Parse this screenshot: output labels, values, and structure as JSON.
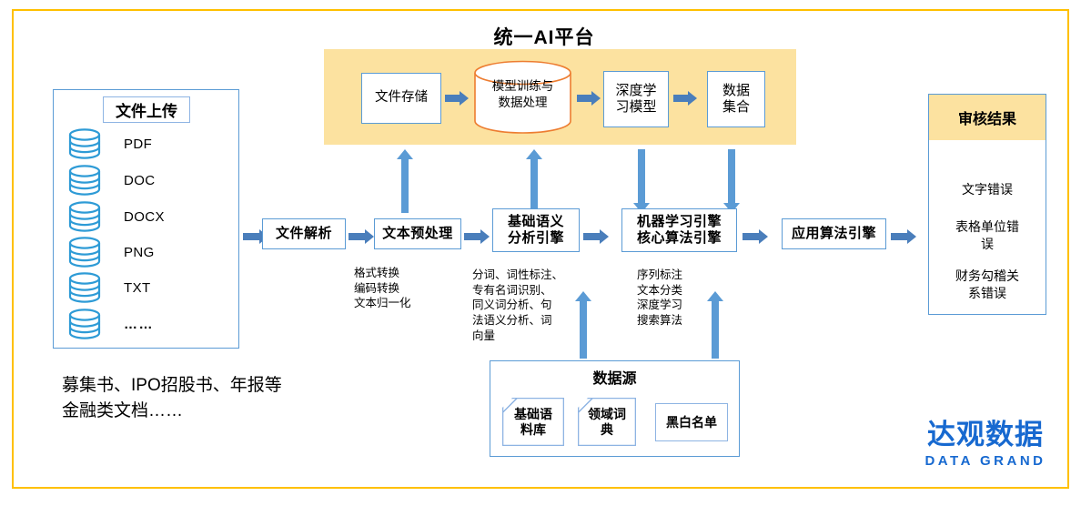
{
  "frame": {
    "border_color": "#FFC000"
  },
  "platform": {
    "title": "统一AI平台",
    "panel_color": "#FCE2A0",
    "nodes": [
      {
        "label": "文件存储",
        "type": "box"
      },
      {
        "label": "模型训练与\n数据处理",
        "type": "cylinder"
      },
      {
        "label": "深度学\n习模型",
        "type": "box"
      },
      {
        "label": "数据\n集合",
        "type": "box"
      }
    ]
  },
  "upload": {
    "title": "文件上传",
    "files": [
      {
        "icon": "database-icon",
        "name": "PDF"
      },
      {
        "icon": "database-icon",
        "name": "DOC"
      },
      {
        "icon": "database-icon",
        "name": "DOCX"
      },
      {
        "icon": "database-icon",
        "name": "PNG"
      },
      {
        "icon": "database-icon",
        "name": "TXT"
      },
      {
        "icon": "database-icon",
        "name": "……"
      }
    ],
    "caption": "募集书、IPO招股书、年报等\n金融类文档……"
  },
  "pipeline": {
    "steps": [
      {
        "label": "文件解析",
        "annotation": ""
      },
      {
        "label": "文本预处理",
        "annotation": "格式转换\n编码转换\n文本归一化"
      },
      {
        "label": "基础语义\n分析引擎",
        "annotation": "分词、词性标注、\n专有名词识别、\n同义词分析、句\n法语义分析、词\n向量"
      },
      {
        "label": "机器学习引擎\n核心算法引擎",
        "annotation": "序列标注\n文本分类\n深度学习\n搜索算法"
      },
      {
        "label": "应用算法引擎",
        "annotation": ""
      }
    ]
  },
  "datasource": {
    "title": "数据源",
    "cards": [
      {
        "label": "基础语\n料库",
        "folded": true
      },
      {
        "label": "领域词\n典",
        "folded": true
      },
      {
        "label": "黑白名单",
        "folded": false
      }
    ]
  },
  "result": {
    "title": "审核结果",
    "header_color": "#FCE2A0",
    "items": [
      "文字错误",
      "表格单位错\n误",
      "财务勾稽关\n系错误"
    ]
  },
  "logo": {
    "cn": "达观数据",
    "en": "DATA GRAND",
    "color": "#1769D0"
  },
  "colors": {
    "box_border": "#5B9BD5",
    "arrow": "#4A7EBB",
    "vertical_arrow": "#5B9BD5",
    "db_icon": "#2E9BD6",
    "cylinder_outline": "#ED7D31"
  }
}
